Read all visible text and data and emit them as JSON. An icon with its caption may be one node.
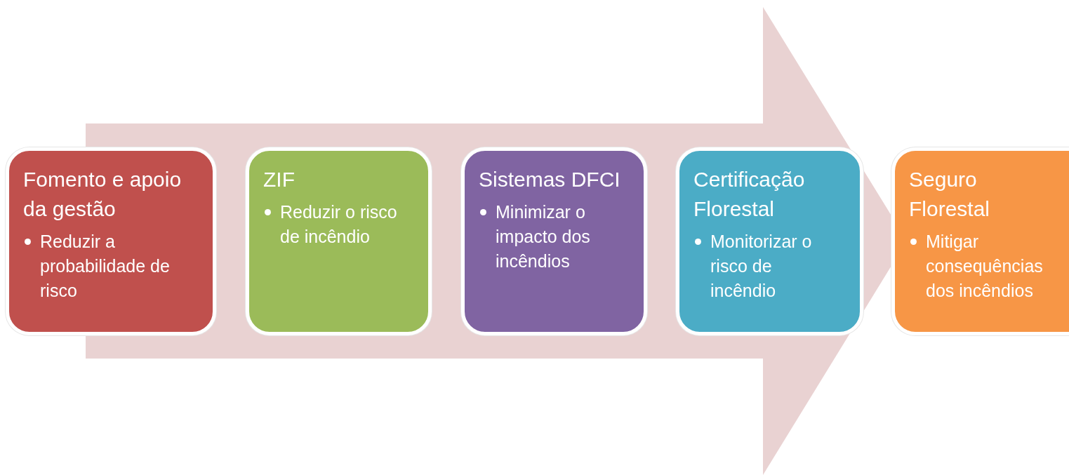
{
  "diagram": {
    "nodes": [
      {
        "text": [
          "Fomento e apoio da gestão",
          "Reduzir a probabilidade de risco"
        ]
      },
      {
        "text": [
          "ZIF",
          "Reduzir o risco de incêndio"
        ]
      },
      {
        "text": [
          "Sistemas DFCI",
          "Minimizar o impacto dos incêndios"
        ]
      },
      {
        "text": [
          "Certificação Florestal",
          "Monitorizar o risco de incêndio"
        ]
      },
      {
        "text": [
          "Seguro Florestal",
          "Mitigar consequências dos incêndios"
        ]
      }
    ],
    "edges": [
      {
        "from": 0,
        "to": 4,
        "arrow": "to"
      }
    ]
  }
}
